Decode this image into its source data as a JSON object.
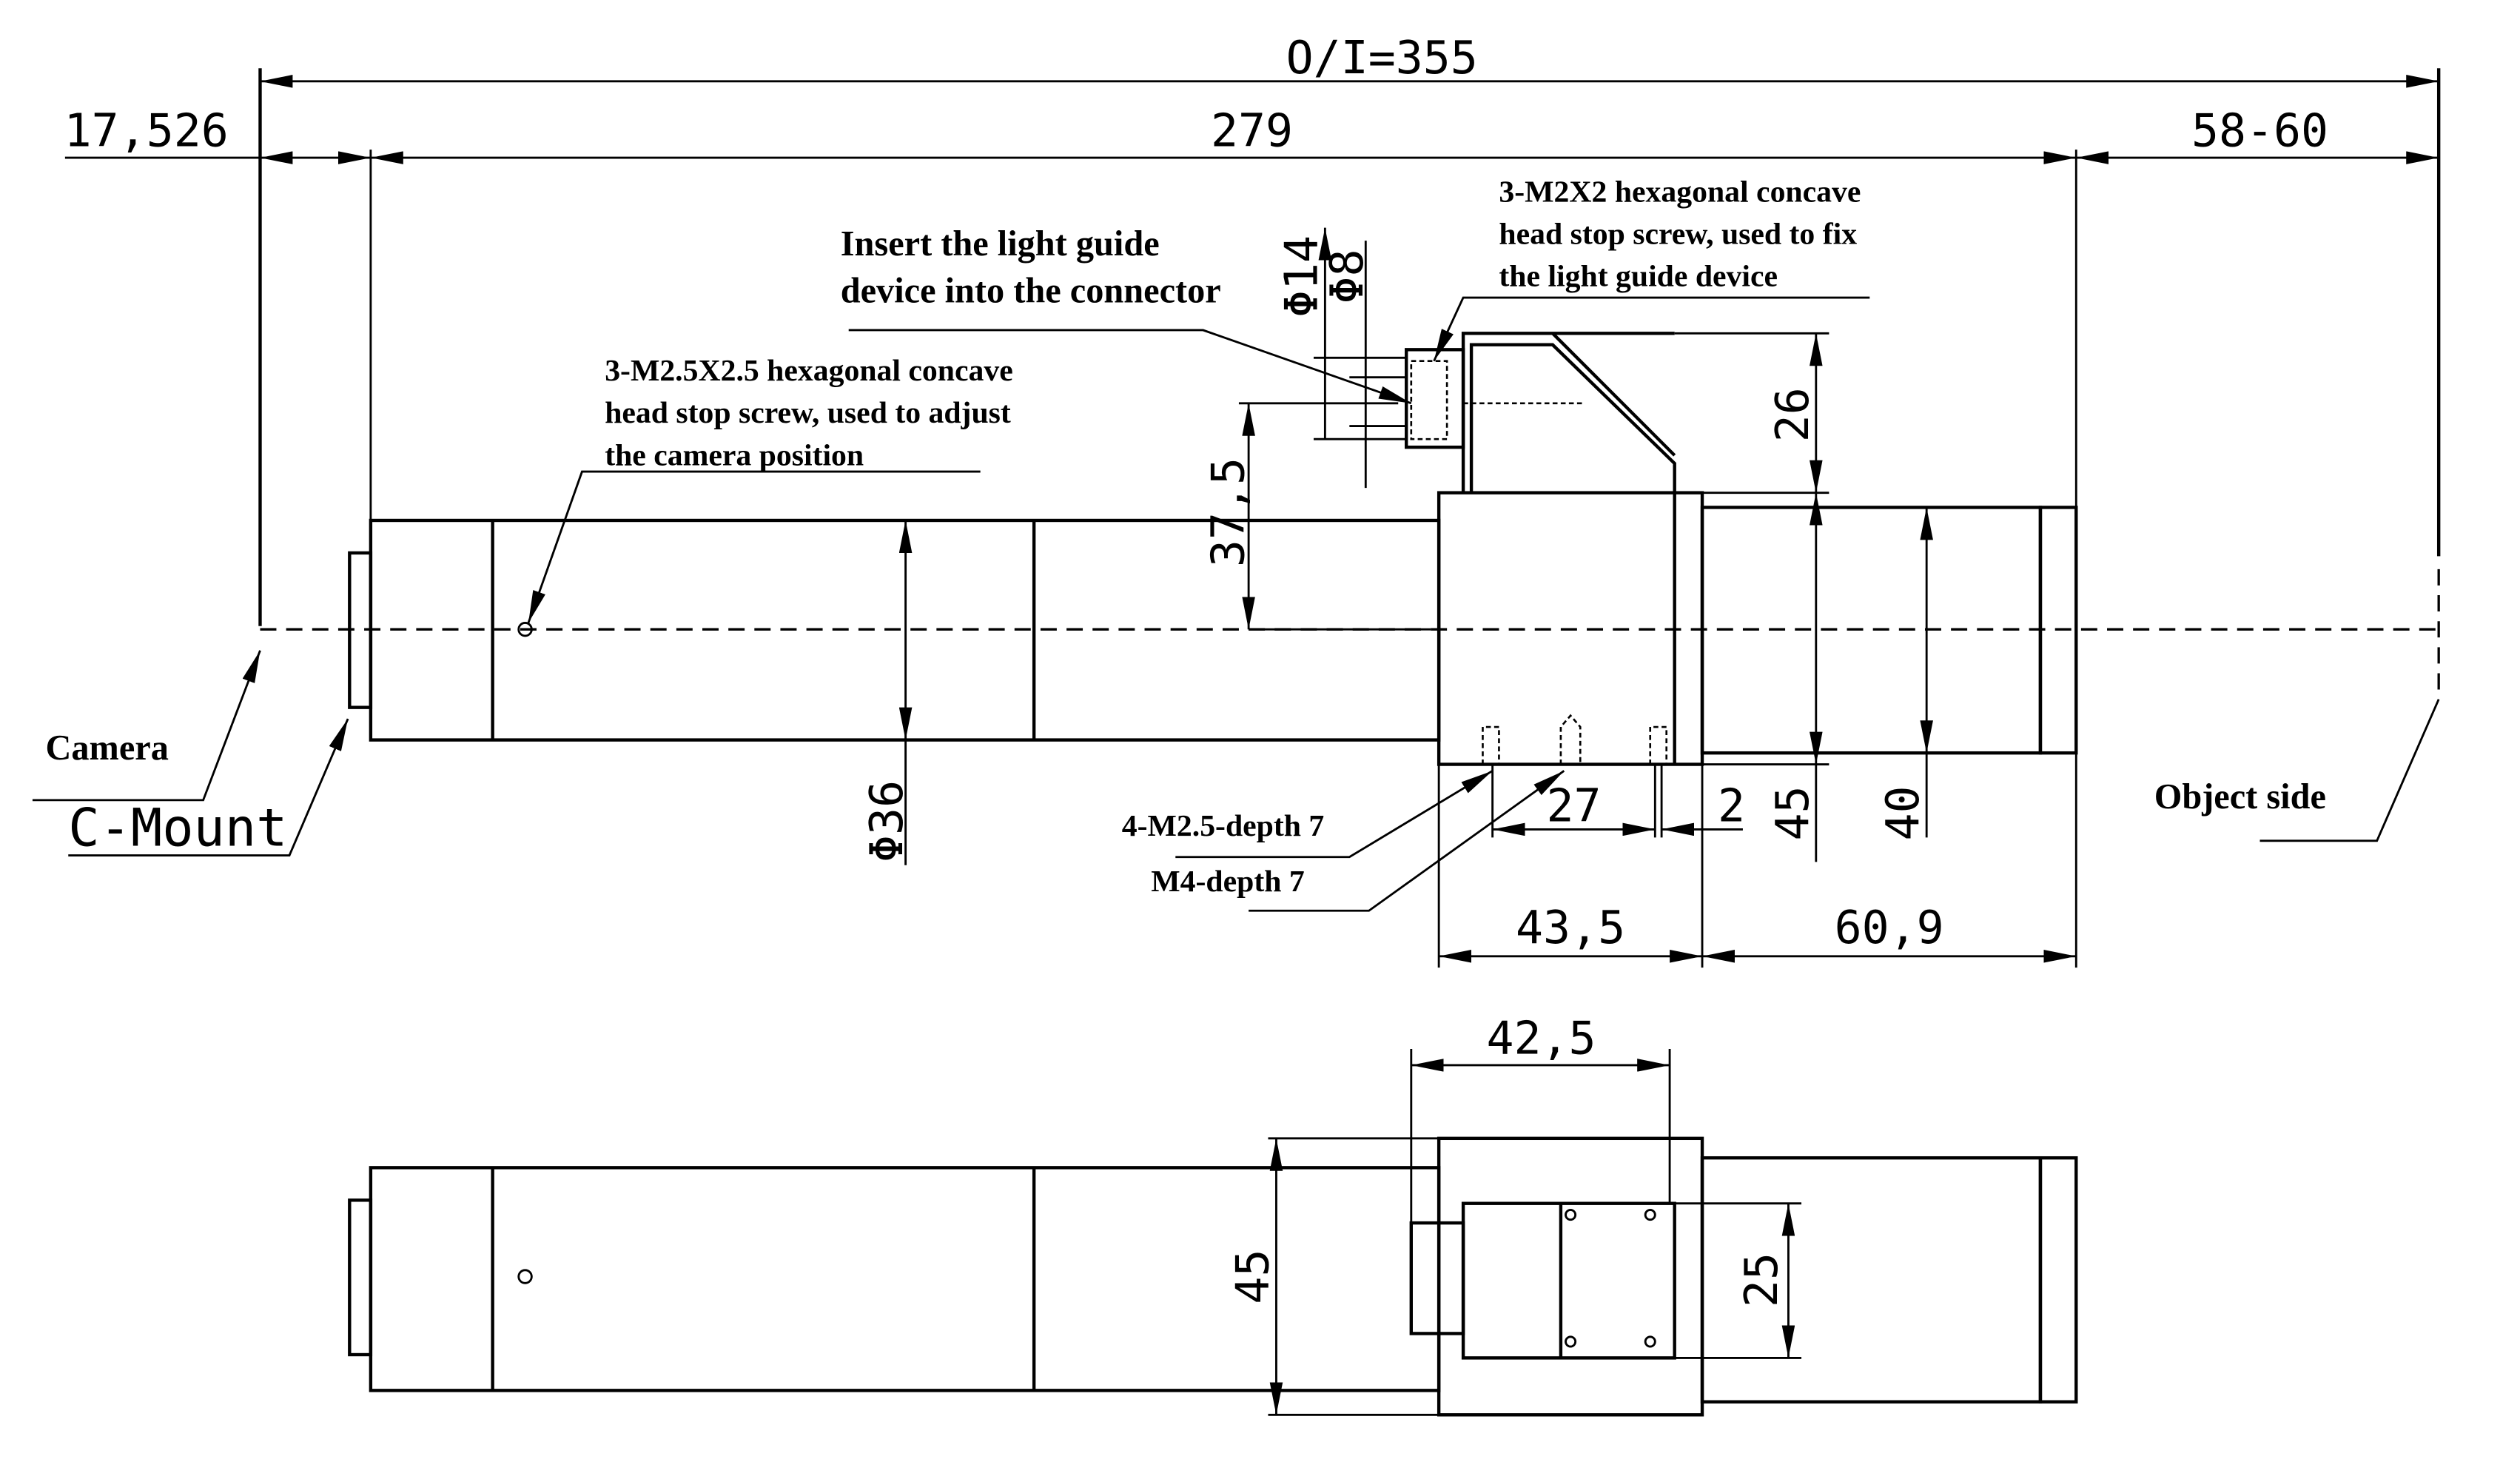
{
  "dimensions": {
    "overall": "O/I=355",
    "camera_offset": "17,526",
    "body_length": "279",
    "working_distance": "58-60",
    "tube_diameter": "Φ36",
    "axis_height": "37,5",
    "connector_outer": "Φ14",
    "connector_inner": "Φ8",
    "bracket_height": "26",
    "block_height": "45",
    "front_diameter": "40",
    "hole_spacing": "27",
    "wall": "2",
    "block_length": "43,5",
    "front_length": "60,9",
    "top_width": "42,5",
    "top_block_height": "45",
    "top_plate": "25"
  },
  "labels": {
    "camera": "Camera",
    "c_mount": "C-Mount",
    "object_side": "Object side",
    "insert_line1": "Insert the light guide",
    "insert_line2": "device into the connector",
    "m2_line1": "3-M2X2 hexagonal concave",
    "m2_line2": "head stop screw, used to fix",
    "m2_line3": "the light guide device",
    "m25_line1": "3-M2.5X2.5 hexagonal concave",
    "m25_line2": " head stop screw, used to adjust",
    "m25_line3": "the camera position",
    "holes_m25": "4-M2.5-depth 7",
    "hole_m4": "M4-depth 7"
  }
}
